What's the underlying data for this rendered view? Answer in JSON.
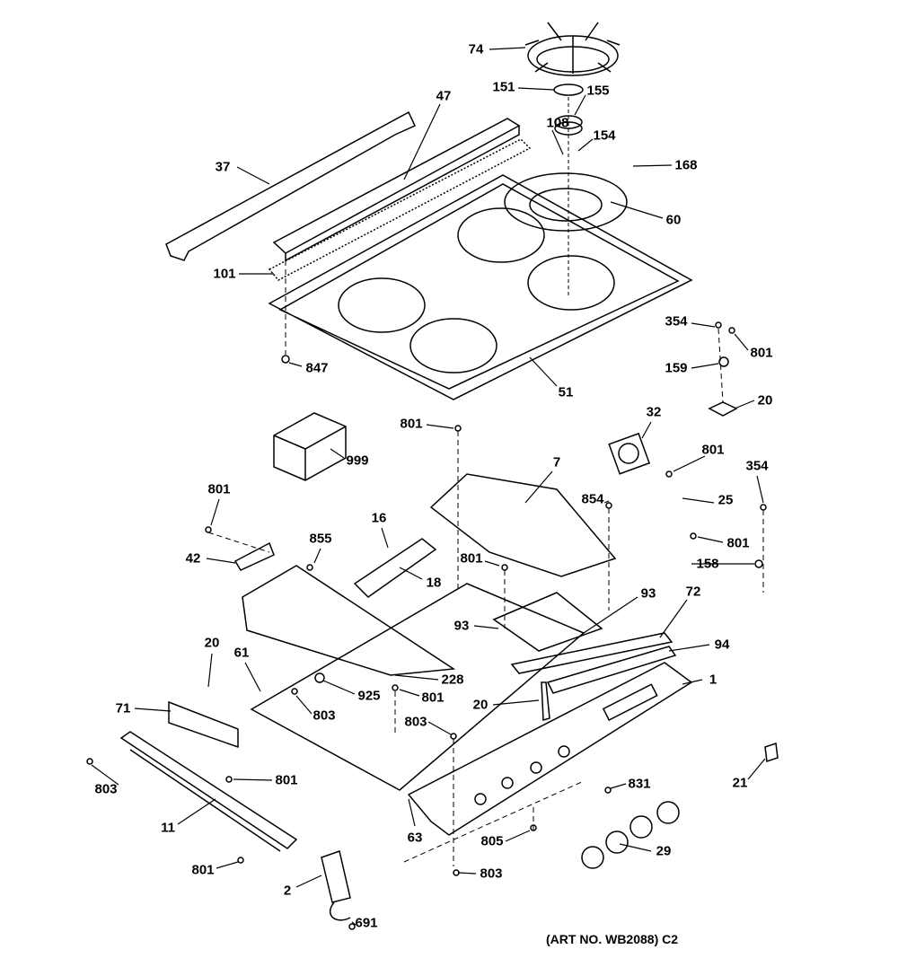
{
  "diagram": {
    "art_number": "(ART NO. WB2088) C2",
    "callouts": [
      "74",
      "151",
      "155",
      "108",
      "154",
      "168",
      "60",
      "47",
      "37",
      "101",
      "847",
      "51",
      "354",
      "801",
      "159",
      "20",
      "32",
      "801",
      "999",
      "7",
      "801",
      "354",
      "854",
      "25",
      "801",
      "16",
      "855",
      "801",
      "42",
      "801",
      "158",
      "18",
      "93",
      "72",
      "93",
      "94",
      "61",
      "20",
      "228",
      "1",
      "925",
      "801",
      "20",
      "71",
      "803",
      "803",
      "803",
      "801",
      "831",
      "21",
      "11",
      "63",
      "805",
      "29",
      "801",
      "803",
      "2",
      "691"
    ]
  }
}
